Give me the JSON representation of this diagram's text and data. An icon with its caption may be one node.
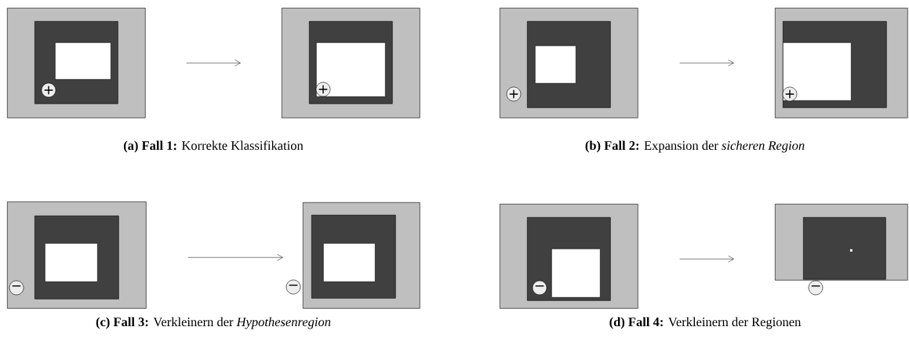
{
  "diagram": {
    "nodes": [
      {
        "text": [],
        "shape": "box"
      },
      {
        "text": [],
        "shape": "box",
        "in": 0
      },
      {
        "text": [],
        "shape": "box",
        "in": 1
      },
      {
        "text": [
          "+"
        ],
        "in": 1
      },
      {
        "text": [],
        "shape": "box"
      },
      {
        "text": [],
        "shape": "box",
        "in": 4
      },
      {
        "text": [],
        "shape": "box",
        "in": 5
      },
      {
        "text": [
          "+"
        ],
        "in": 6
      },
      {
        "text": [],
        "shape": "box"
      },
      {
        "text": [],
        "shape": "box",
        "in": 8
      },
      {
        "text": [],
        "shape": "box",
        "in": 9
      },
      {
        "text": [
          "+"
        ],
        "in": 8
      },
      {
        "text": [],
        "shape": "box"
      },
      {
        "text": [],
        "shape": "box",
        "in": 12
      },
      {
        "text": [],
        "shape": "box",
        "in": 13
      },
      {
        "text": [
          "+"
        ],
        "in": 14
      },
      {
        "text": [],
        "shape": "box"
      },
      {
        "text": [],
        "shape": "box",
        "in": 16
      },
      {
        "text": [],
        "shape": "box",
        "in": 17
      },
      {
        "text": [
          "−"
        ],
        "in": 16
      },
      {
        "text": [],
        "shape": "box"
      },
      {
        "text": [],
        "shape": "box",
        "in": 20
      },
      {
        "text": [],
        "shape": "box",
        "in": 21
      },
      {
        "text": [
          "−"
        ]
      },
      {
        "text": [],
        "shape": "box"
      },
      {
        "text": [],
        "shape": "box",
        "in": 24
      },
      {
        "text": [],
        "shape": "box",
        "in": 25
      },
      {
        "text": [
          "−"
        ],
        "in": 25
      },
      {
        "text": [],
        "shape": "box"
      },
      {
        "text": [],
        "shape": "box",
        "in": 28
      },
      {
        "text": [],
        "shape": "box",
        "in": 29
      },
      {
        "text": [
          "−"
        ]
      }
    ],
    "edges": [
      {
        "from": 0,
        "to": 4,
        "arrow": "to"
      },
      {
        "from": 8,
        "to": 12,
        "arrow": "to"
      },
      {
        "from": 16,
        "to": 20,
        "arrow": "to"
      },
      {
        "from": 24,
        "to": 28,
        "arrow": "to"
      }
    ],
    "labels": [
      "**(a) Fall 1:** Korrekte Klassifikation",
      "**(b) Fall 2:** Expansion der *sicheren Region*",
      "**(c) Fall 3:** Verkleinern der *Hypothesenregion*",
      "**(d) Fall 4:** Verkleinern der Regionen"
    ]
  }
}
